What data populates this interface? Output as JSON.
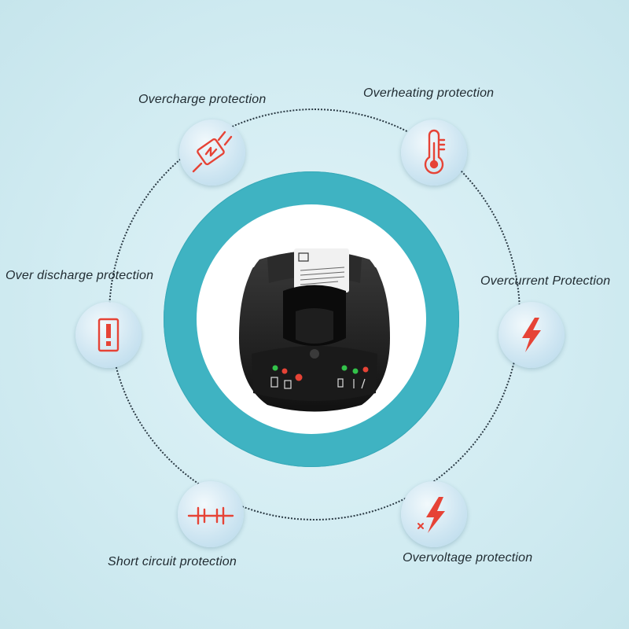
{
  "features": {
    "overcharge": {
      "label": "Overcharge protection",
      "icon": "plug-lightning-icon"
    },
    "overheating": {
      "label": "Overheating protection",
      "icon": "thermometer-icon"
    },
    "over_discharge": {
      "label": "Over discharge protection",
      "icon": "exclamation-box-icon"
    },
    "overcurrent": {
      "label": "Overcurrent Protection",
      "icon": "lightning-bolt-icon"
    },
    "short_circuit": {
      "label": "Short circuit protection",
      "icon": "circuit-icon"
    },
    "overvoltage": {
      "label": "Overvoltage protection",
      "icon": "lightning-x-icon"
    }
  },
  "colors": {
    "accent_red": "#e64336",
    "teal_ring": "#3fb3c2",
    "badge_blue": "#cfe6f2"
  },
  "product": {
    "icon": "battery-charger-image"
  }
}
